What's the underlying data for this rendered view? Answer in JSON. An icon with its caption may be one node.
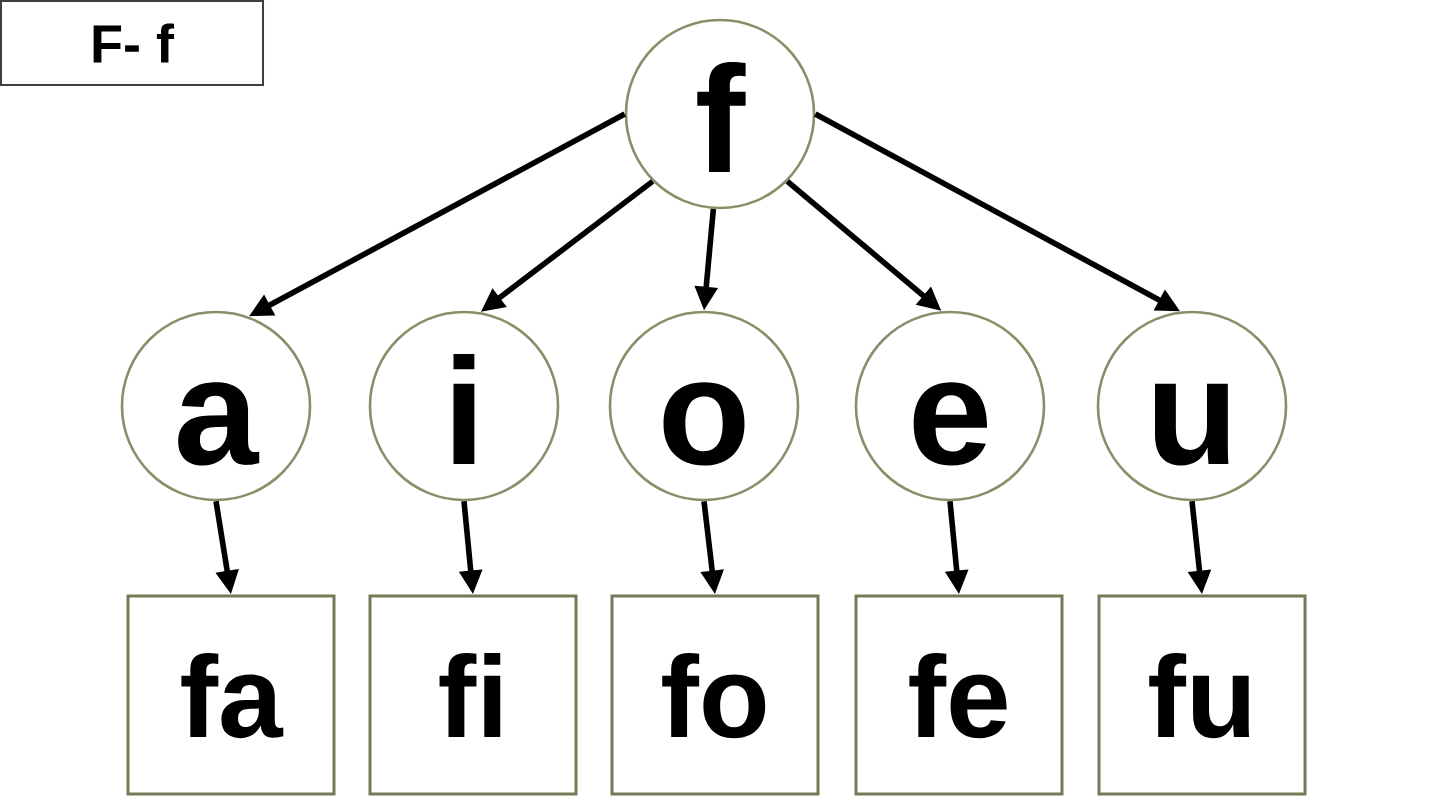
{
  "diagram": {
    "title": "F- f",
    "nodes": [
      {
        "text": [
          "f"
        ]
      },
      {
        "text": [
          "a"
        ]
      },
      {
        "text": [
          "i"
        ]
      },
      {
        "text": [
          "o"
        ]
      },
      {
        "text": [
          "e"
        ]
      },
      {
        "text": [
          "u"
        ]
      },
      {
        "text": [
          "fa"
        ]
      },
      {
        "text": [
          "fi"
        ]
      },
      {
        "text": [
          "fo"
        ]
      },
      {
        "text": [
          "fe"
        ]
      },
      {
        "text": [
          "fu"
        ]
      }
    ],
    "edges": [
      {
        "from": 0,
        "to": 1,
        "arrow": "to"
      },
      {
        "from": 0,
        "to": 2,
        "arrow": "to"
      },
      {
        "from": 0,
        "to": 3,
        "arrow": "to"
      },
      {
        "from": 0,
        "to": 4,
        "arrow": "to"
      },
      {
        "from": 0,
        "to": 5,
        "arrow": "to"
      },
      {
        "from": 1,
        "to": 6,
        "arrow": "to"
      },
      {
        "from": 2,
        "to": 7,
        "arrow": "to"
      },
      {
        "from": 3,
        "to": 8,
        "arrow": "to"
      },
      {
        "from": 4,
        "to": 9,
        "arrow": "to"
      },
      {
        "from": 5,
        "to": 10,
        "arrow": "to"
      }
    ]
  }
}
